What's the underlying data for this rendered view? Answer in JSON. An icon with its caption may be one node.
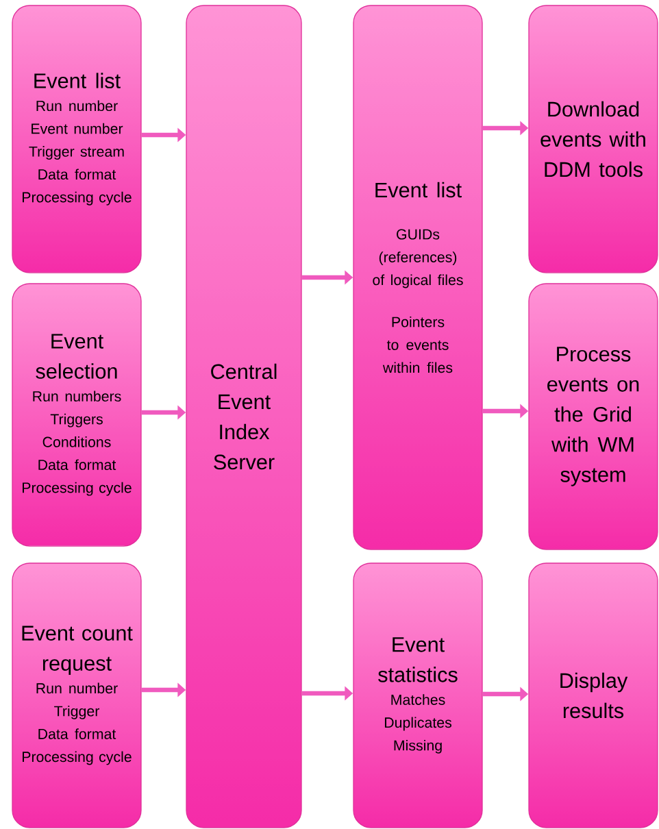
{
  "diagram": {
    "nodes": [
      {
        "text": [
          "Event list",
          "Run number",
          "Event number",
          "Trigger stream",
          "Data format",
          "Processing cycle"
        ]
      },
      {
        "text": [
          "Event selection",
          "Run numbers",
          "Triggers",
          "Conditions",
          "Data format",
          "Processing cycle"
        ]
      },
      {
        "text": [
          "Event count request",
          "Run number",
          "Trigger",
          "Data format",
          "Processing cycle"
        ]
      },
      {
        "text": [
          "Central Event Index Server"
        ]
      },
      {
        "text": [
          "Event list",
          "GUIDs (references) of logical files",
          "Pointers to events within files"
        ]
      },
      {
        "text": [
          "Event statistics",
          "Matches",
          "Duplicates",
          "Missing"
        ]
      },
      {
        "text": [
          "Download events with DDM tools"
        ]
      },
      {
        "text": [
          "Process events on the Grid with WM system"
        ]
      },
      {
        "text": [
          "Display results"
        ]
      }
    ],
    "edges": [
      {
        "from": 0,
        "to": 3,
        "arrow": "to"
      },
      {
        "from": 1,
        "to": 3,
        "arrow": "to"
      },
      {
        "from": 2,
        "to": 3,
        "arrow": "to"
      },
      {
        "from": 3,
        "to": 4,
        "arrow": "to"
      },
      {
        "from": 3,
        "to": 5,
        "arrow": "to"
      },
      {
        "from": 4,
        "to": 6,
        "arrow": "to"
      },
      {
        "from": 4,
        "to": 7,
        "arrow": "to"
      },
      {
        "from": 5,
        "to": 8,
        "arrow": "to"
      }
    ]
  }
}
